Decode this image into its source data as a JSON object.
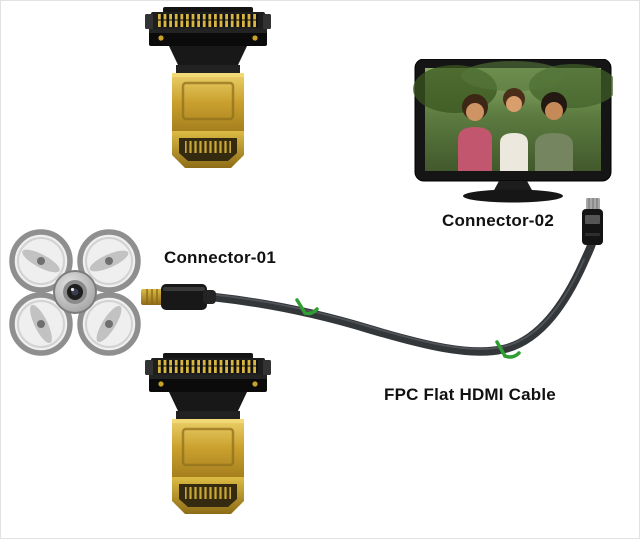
{
  "diagram": {
    "labels": {
      "connector_01": "Connector-01",
      "connector_02": "Connector-02",
      "cable_name": "FPC Flat HDMI Cable"
    },
    "components": {
      "adapter_top": "fpc-to-hdmi-gold-adapter",
      "adapter_bottom": "fpc-to-hdmi-gold-adapter",
      "display": "tv-monitor-with-family-photo",
      "device": "quadcopter-drone",
      "cable": "fpc-flat-hdmi-cable-with-green-ties"
    },
    "colors": {
      "gold": "#c9a227",
      "cable": "#34373a",
      "tie_green": "#2f9e33",
      "background": "#ffffff",
      "label_text": "#111111"
    }
  }
}
